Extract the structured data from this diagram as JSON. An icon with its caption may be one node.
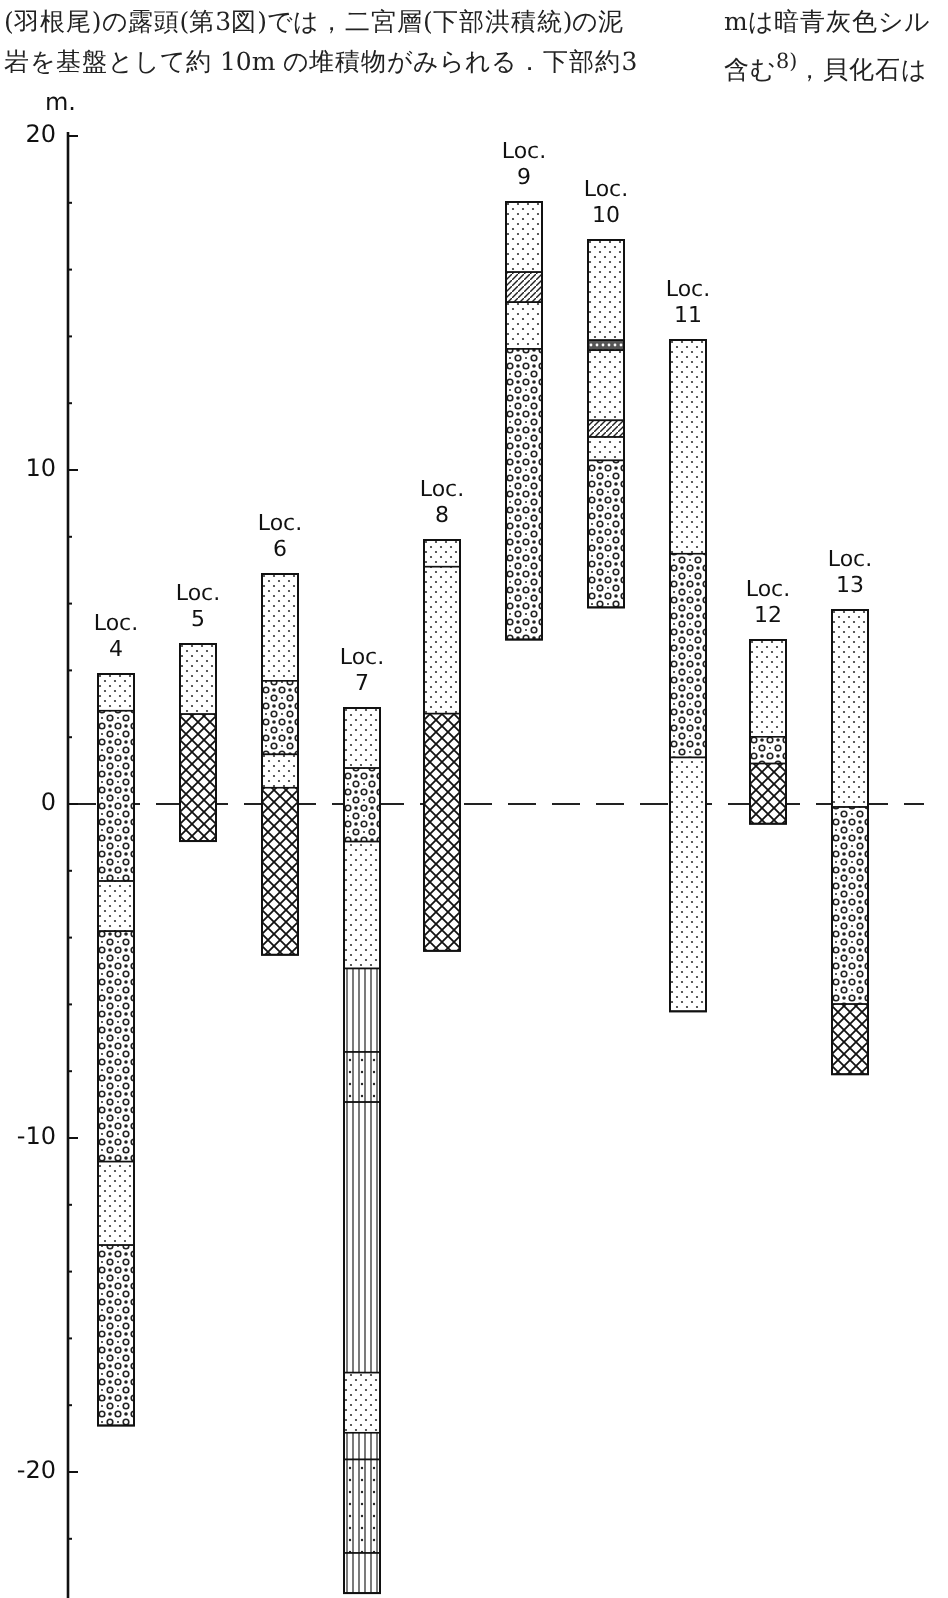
{
  "diagram": {
    "nodes": [
      {
        "text": [
          "Loc. 4"
        ]
      },
      {
        "text": [
          "Loc. 5"
        ]
      },
      {
        "text": [
          "Loc. 6"
        ]
      },
      {
        "text": [
          "Loc. 7"
        ]
      },
      {
        "text": [
          "Loc. 8"
        ]
      },
      {
        "text": [
          "Loc. 9"
        ]
      },
      {
        "text": [
          "Loc. 10"
        ]
      },
      {
        "text": [
          "Loc. 11"
        ]
      },
      {
        "text": [
          "Loc. 12"
        ]
      },
      {
        "text": [
          "Loc. 13"
        ]
      }
    ],
    "labels": [
      "(羽根尾)の露頭(第3図)では，二宮層(下部洪積統)の泥",
      "mは暗青灰色シル",
      "岩を基盤として約 10m の堆積物がみられる．下部約3",
      "含む$^{8)}$，貝化石は",
      "m.",
      "20",
      "10",
      "0",
      "-10",
      "-20"
    ]
  }
}
